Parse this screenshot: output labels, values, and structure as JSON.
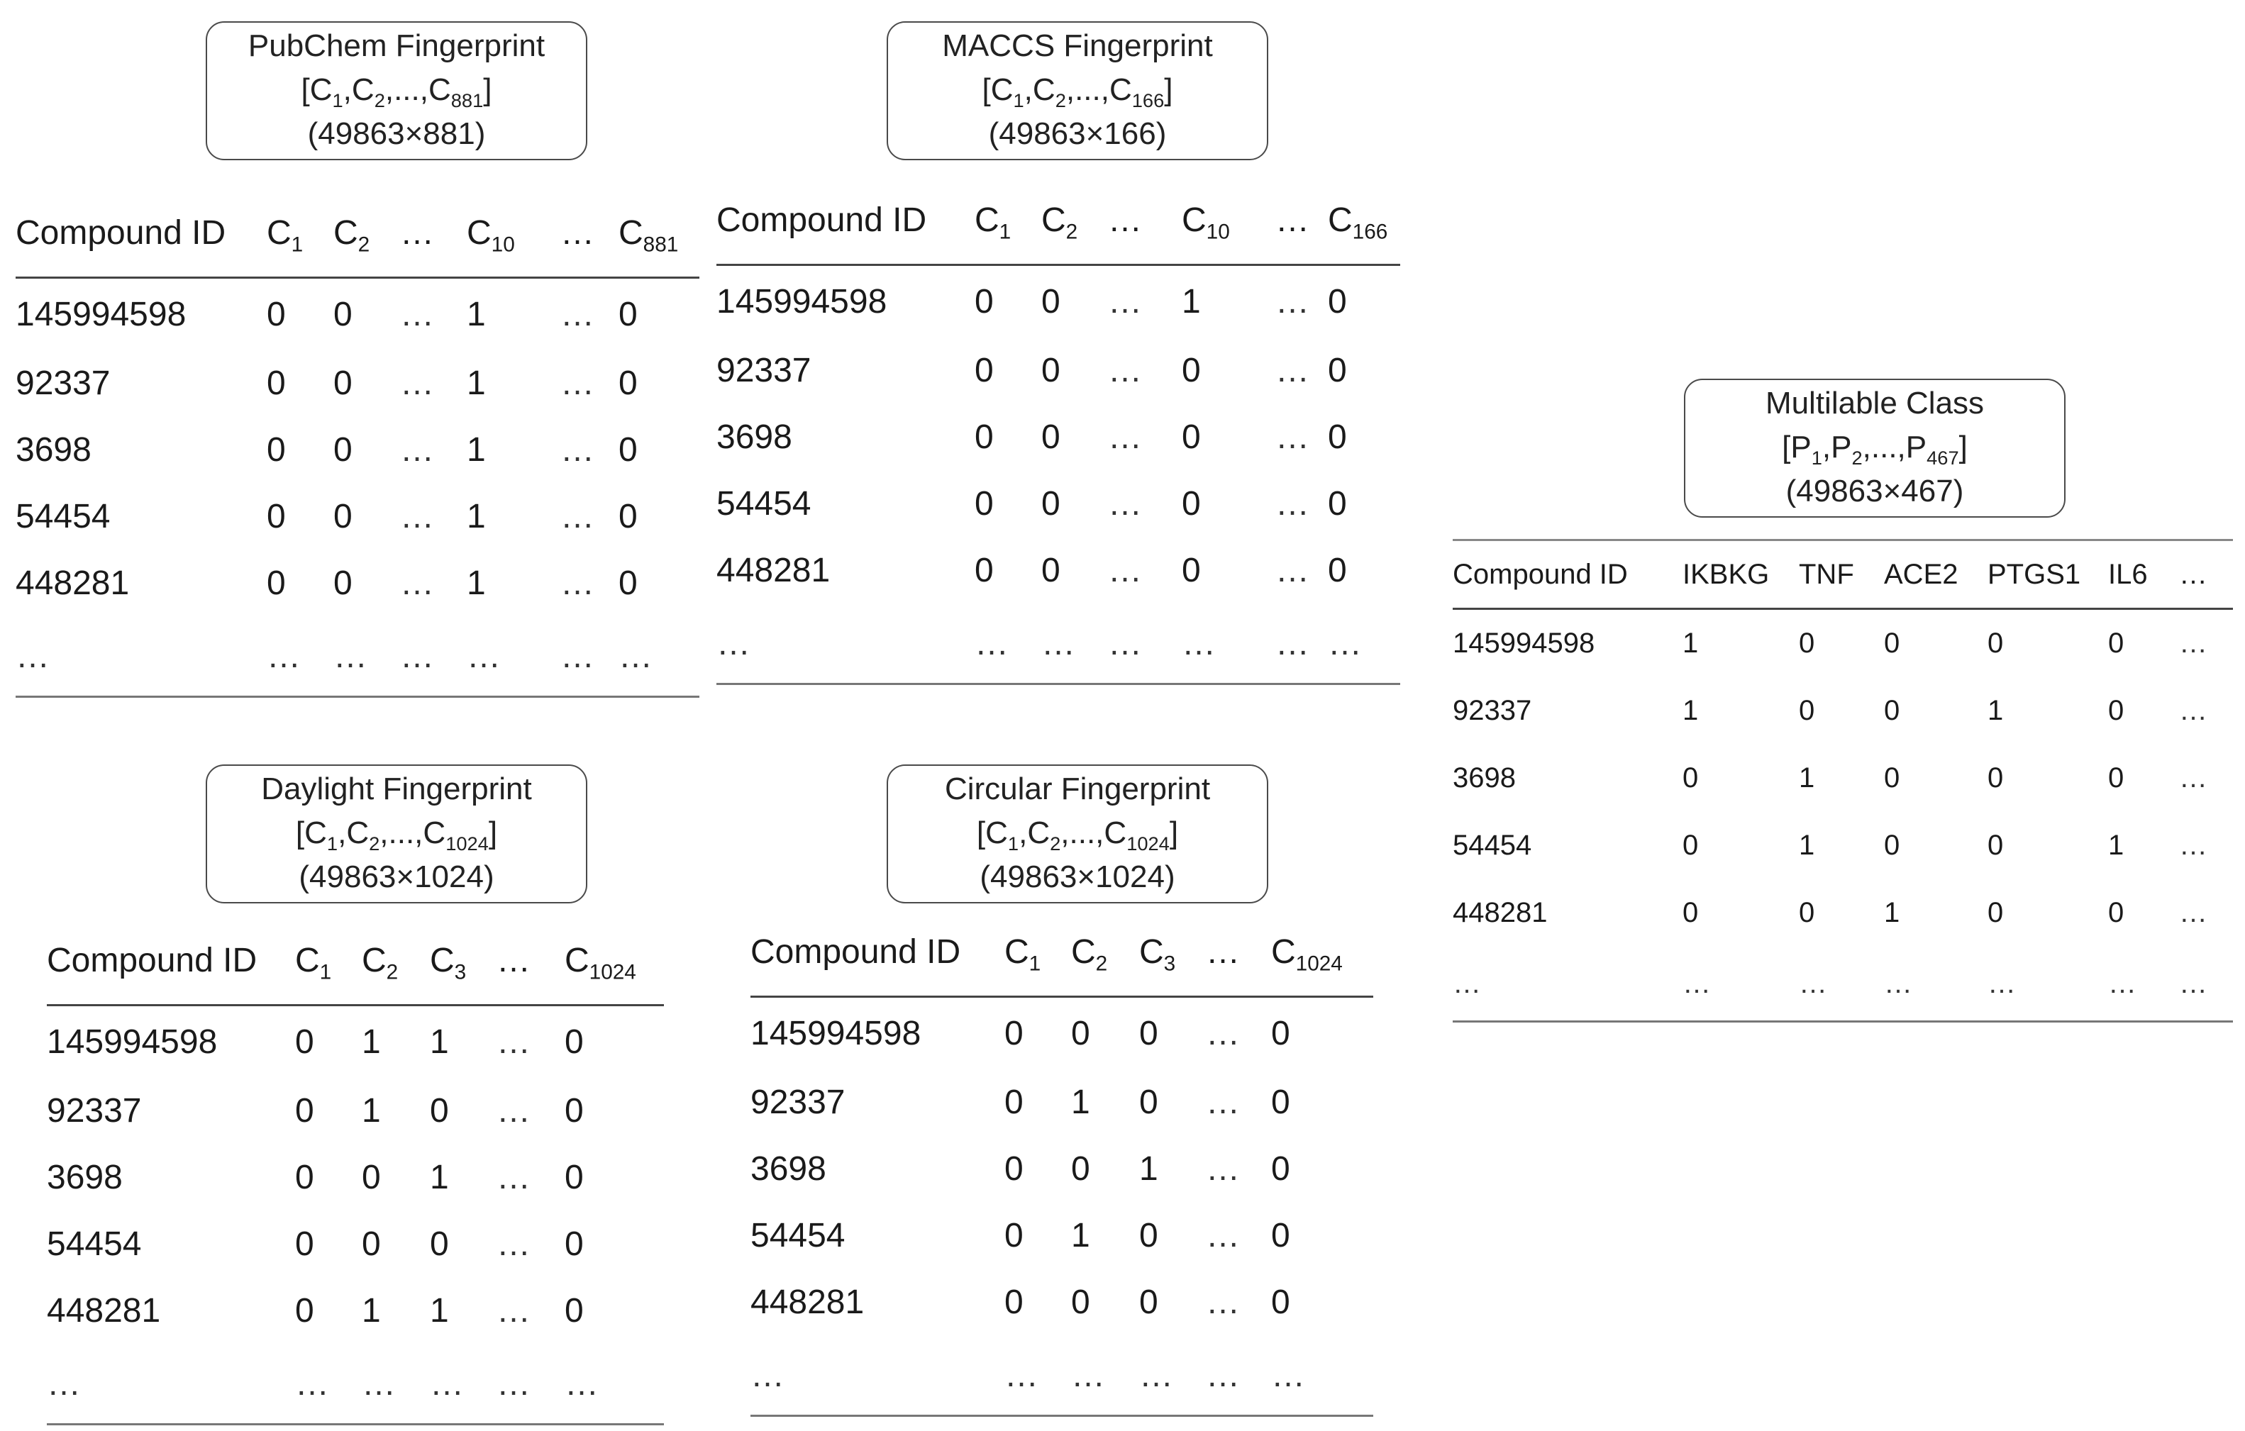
{
  "panels": {
    "pubchem": {
      "label": [
        "PubChem Fingerprint",
        "[C1,C2,...,C881]",
        "(49863×881)"
      ],
      "header": [
        "Compound ID",
        "C1",
        "C2",
        "…",
        "C10",
        "…",
        "C881"
      ],
      "rows": [
        [
          "145994598",
          "0",
          "0",
          "…",
          "1",
          "…",
          "0"
        ],
        [
          "92337",
          "0",
          "0",
          "…",
          "1",
          "…",
          "0"
        ],
        [
          "3698",
          "0",
          "0",
          "…",
          "1",
          "…",
          "0"
        ],
        [
          "54454",
          "0",
          "0",
          "…",
          "1",
          "…",
          "0"
        ],
        [
          "448281",
          "0",
          "0",
          "…",
          "1",
          "…",
          "0"
        ],
        [
          "…",
          "…",
          "…",
          "…",
          "…",
          "…",
          "…"
        ]
      ]
    },
    "maccs": {
      "label": [
        "MACCS Fingerprint",
        "[C1,C2,...,C166]",
        "(49863×166)"
      ],
      "header": [
        "Compound ID",
        "C1",
        "C2",
        "…",
        "C10",
        "…",
        "C166"
      ],
      "rows": [
        [
          "145994598",
          "0",
          "0",
          "…",
          "1",
          "…",
          "0"
        ],
        [
          "92337",
          "0",
          "0",
          "…",
          "0",
          "…",
          "0"
        ],
        [
          "3698",
          "0",
          "0",
          "…",
          "0",
          "…",
          "0"
        ],
        [
          "54454",
          "0",
          "0",
          "…",
          "0",
          "…",
          "0"
        ],
        [
          "448281",
          "0",
          "0",
          "…",
          "0",
          "…",
          "0"
        ],
        [
          "…",
          "…",
          "…",
          "…",
          "…",
          "…",
          "…"
        ]
      ]
    },
    "daylight": {
      "label": [
        "Daylight Fingerprint",
        "[C1,C2,...,C1024]",
        "(49863×1024)"
      ],
      "header": [
        "Compound ID",
        "C1",
        "C2",
        "C3",
        "…",
        "C1024"
      ],
      "rows": [
        [
          "145994598",
          "0",
          "1",
          "1",
          "…",
          "0"
        ],
        [
          "92337",
          "0",
          "1",
          "0",
          "…",
          "0"
        ],
        [
          "3698",
          "0",
          "0",
          "1",
          "…",
          "0"
        ],
        [
          "54454",
          "0",
          "0",
          "0",
          "…",
          "0"
        ],
        [
          "448281",
          "0",
          "1",
          "1",
          "…",
          "0"
        ],
        [
          "…",
          "…",
          "…",
          "…",
          "…",
          "…"
        ]
      ]
    },
    "circular": {
      "label": [
        "Circular Fingerprint",
        "[C1,C2,...,C1024]",
        "(49863×1024)"
      ],
      "header": [
        "Compound ID",
        "C1",
        "C2",
        "C3",
        "…",
        "C1024"
      ],
      "rows": [
        [
          "145994598",
          "0",
          "0",
          "0",
          "…",
          "0"
        ],
        [
          "92337",
          "0",
          "1",
          "0",
          "…",
          "0"
        ],
        [
          "3698",
          "0",
          "0",
          "1",
          "…",
          "0"
        ],
        [
          "54454",
          "0",
          "1",
          "0",
          "…",
          "0"
        ],
        [
          "448281",
          "0",
          "0",
          "0",
          "…",
          "0"
        ],
        [
          "…",
          "…",
          "…",
          "…",
          "…",
          "…"
        ]
      ]
    },
    "multilabel": {
      "label": [
        "Multilable Class",
        "[P1,P2,...,P467]",
        "(49863×467)"
      ],
      "header": [
        "Compound ID",
        "IKBKG",
        "TNF",
        "ACE2",
        "PTGS1",
        "IL6",
        "…"
      ],
      "rows": [
        [
          "145994598",
          "1",
          "0",
          "0",
          "0",
          "0",
          "…"
        ],
        [
          "92337",
          "1",
          "0",
          "0",
          "1",
          "0",
          "…"
        ],
        [
          "3698",
          "0",
          "1",
          "0",
          "0",
          "0",
          "…"
        ],
        [
          "54454",
          "0",
          "1",
          "0",
          "0",
          "1",
          "…"
        ],
        [
          "448281",
          "0",
          "0",
          "1",
          "0",
          "0",
          "…"
        ],
        [
          "…",
          "…",
          "…",
          "…",
          "…",
          "…",
          "…"
        ]
      ]
    }
  }
}
